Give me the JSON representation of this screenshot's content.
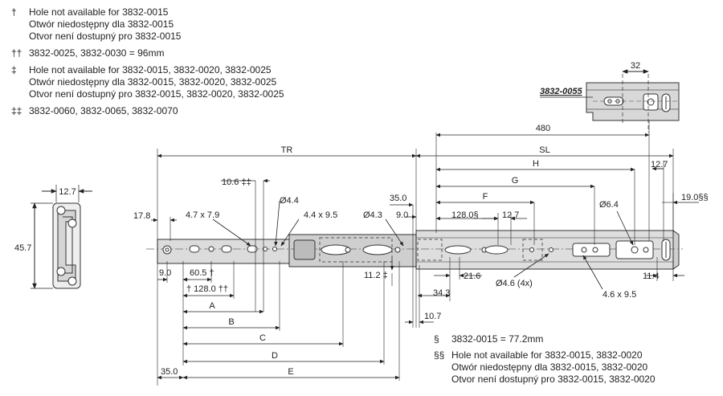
{
  "notes_left": [
    {
      "symbol": "†",
      "lines": [
        "Hole not available for 3832-0015",
        "Otwór niedostępny dla 3832-0015",
        "Otvor není dostupný pro 3832-0015"
      ]
    },
    {
      "symbol": "††",
      "lines": [
        "3832-0025, 3832-0030 = 96mm"
      ]
    },
    {
      "symbol": "‡",
      "lines": [
        "Hole not available for 3832-0015, 3832-0020, 3832-0025",
        "Otwór niedostępny dla 3832-0015, 3832-0020, 3832-0025",
        "Otvor není dostupný pro 3832-0015, 3832-0020, 3832-0025"
      ]
    },
    {
      "symbol": "‡‡",
      "lines": [
        "3832-0060, 3832-0065, 3832-0070"
      ]
    }
  ],
  "notes_right": [
    {
      "symbol": "§",
      "lines": [
        "3832-0015 = 77.2mm"
      ]
    },
    {
      "symbol": "§§",
      "lines": [
        "Hole not available for 3832-0015, 3832-0020",
        "Otwór niedostępny dla 3832-0015, 3832-0020",
        "Otvor není dostupný pro 3832-0015, 3832-0020"
      ]
    }
  ],
  "detail": {
    "model": "3832-0055",
    "pitch": "32"
  },
  "section": {
    "width": "12.7",
    "height": "45.7"
  },
  "dims": {
    "d480": "480",
    "TR": "TR",
    "SL": "SL",
    "H": "H",
    "G": "G",
    "F": "F",
    "d12_7_right": "12.7",
    "d19_0": "19.0§§",
    "d35_0_top": "35.0",
    "d9_0_top": "9.0",
    "d128_0_sec": "128.0§",
    "d12_7_mid": "12.7",
    "d6_4": "Ø6.4",
    "d4_3": "Ø4.3",
    "d10_6": "10.6 ‡‡",
    "d4_4": "Ø4.4",
    "d4_7x7_9": "4.7 x 7.9",
    "d4_4x9_5": "4.4 x 9.5",
    "d17_8": "17.8",
    "d9_0_bot": "9.0",
    "d60_5": "60.5 †",
    "d128_0": "† 128.0 ††",
    "d11_2": "11.2 ‡",
    "d34_3": "34.3",
    "d21_6": "21.6",
    "d4_6": "Ø4.6 (4x)",
    "d10_7": "10.7",
    "d4_6x9_5": "4.6 x 9.5",
    "d11_4": "11.4",
    "A": "A",
    "B": "B",
    "C": "C",
    "D": "D",
    "E": "E",
    "d35_0_bot": "35.0"
  }
}
